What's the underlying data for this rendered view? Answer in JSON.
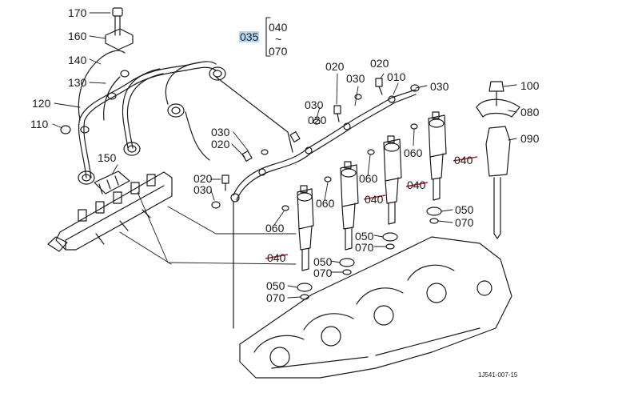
{
  "callouts": {
    "p170": "170",
    "p160": "160",
    "p140": "140",
    "p130": "130",
    "p120": "120",
    "p110": "110",
    "p150": "150",
    "p035": "035",
    "range_top": "040",
    "range_tilde": "~",
    "range_bottom": "070",
    "p020_a": "020",
    "p030_a": "030",
    "p020_b": "020",
    "p010": "010",
    "p030_b": "030",
    "p030_c": "030",
    "p020_c": "020",
    "p030_d": "030",
    "p020_d": "020",
    "p020_e": "020",
    "p030_e": "030",
    "p100": "100",
    "p080": "080",
    "p090": "090",
    "p060_a": "060",
    "p060_b": "060",
    "p060_c": "060",
    "p060_d": "060",
    "p040_a": "040",
    "p040_b": "040",
    "p040_c": "040",
    "p040_d": "040",
    "p050_a": "050",
    "p070_a": "070",
    "p050_b": "050",
    "p070_b": "070",
    "p050_c": "050",
    "p070_c": "070",
    "p050_d": "050",
    "p070_d": "070"
  },
  "figure_code": "1J541-007-15",
  "colors": {
    "line": "#1a1a1a",
    "strike": "#d01818",
    "highlight": "#b8d7f2"
  }
}
